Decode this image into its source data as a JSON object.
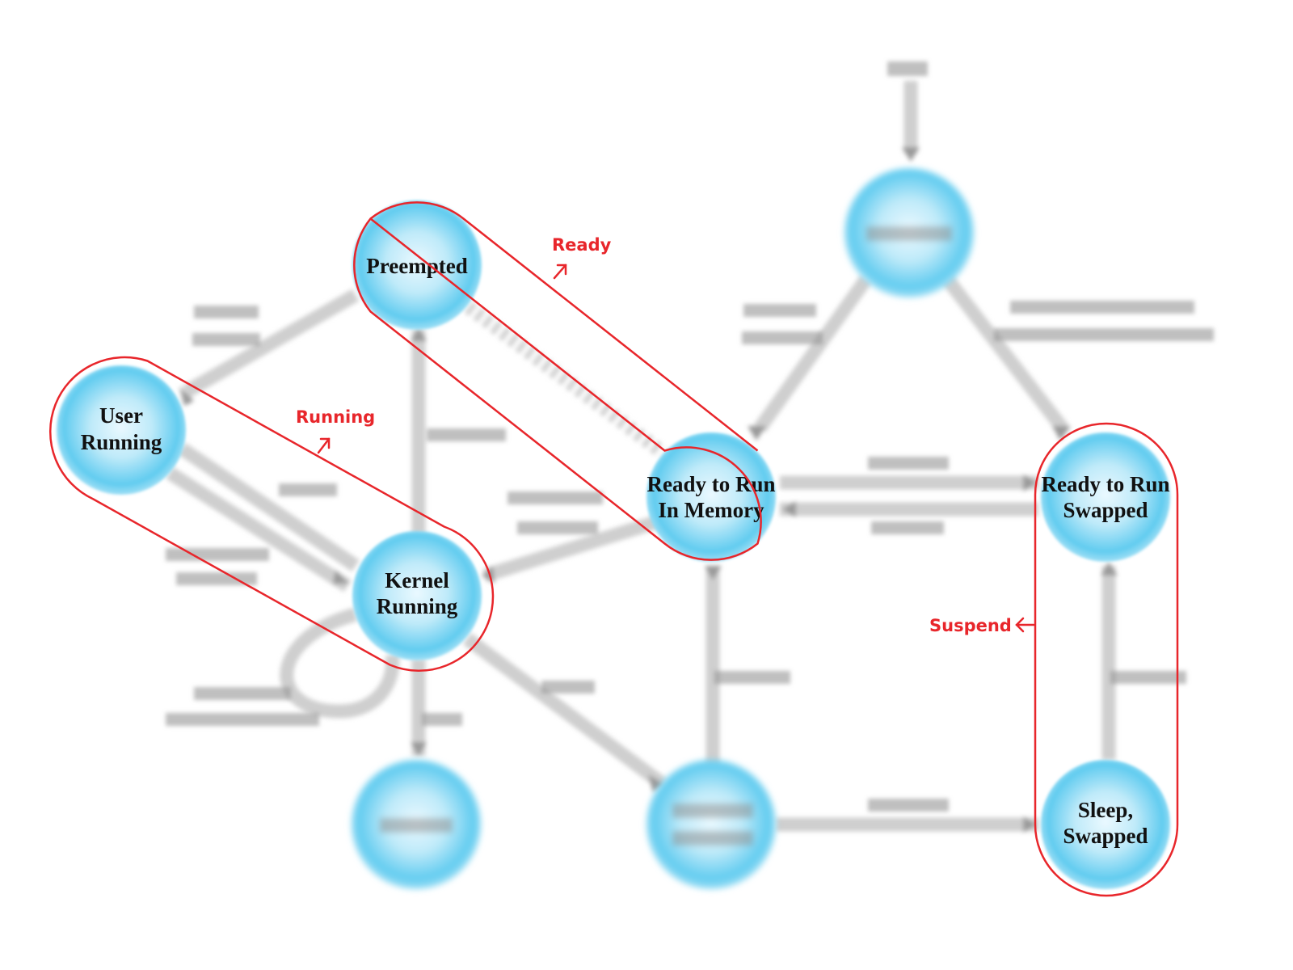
{
  "states": {
    "user_running": [
      "User",
      "Running"
    ],
    "preempted": [
      "Preempted"
    ],
    "kernel_running": [
      "Kernel",
      "Running"
    ],
    "ready_in_memory": [
      "Ready to Run",
      "In Memory"
    ],
    "ready_swapped": [
      "Ready to Run",
      "Swapped"
    ],
    "sleep_swapped": [
      "Sleep,",
      "Swapped"
    ]
  },
  "annotations": {
    "ready": "Ready",
    "running": "Running",
    "suspend": "Suspend"
  },
  "colors": {
    "node_fill": "#6fd0f2",
    "node_center": "#e9f8fe",
    "edge": "#cfcfcf",
    "highlight": "#e8262b"
  },
  "icons": {
    "ready_arrow": "up-right-arrow-icon",
    "running_arrow": "up-right-arrow-icon",
    "suspend_arrow": "left-arrow-icon"
  }
}
